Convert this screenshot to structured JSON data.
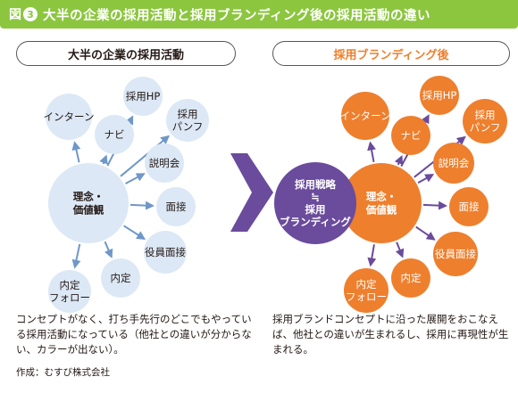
{
  "title": {
    "fig_label": "図",
    "fig_number": "3",
    "text": "大半の企業の採用活動と採用ブランディング後の採用活動の違い"
  },
  "left": {
    "header": "大半の企業の採用活動",
    "center": [
      "理念・",
      "価値観"
    ],
    "nodes": [
      {
        "id": "intern",
        "lines": [
          "インターン"
        ]
      },
      {
        "id": "hp",
        "lines": [
          "採用HP"
        ]
      },
      {
        "id": "navi",
        "lines": [
          "ナビ"
        ]
      },
      {
        "id": "pamph",
        "lines": [
          "採用",
          "パンフ"
        ]
      },
      {
        "id": "setsumei",
        "lines": [
          "説明会"
        ]
      },
      {
        "id": "mensetsu",
        "lines": [
          "面接"
        ]
      },
      {
        "id": "yakuin",
        "lines": [
          "役員面接"
        ]
      },
      {
        "id": "naitei",
        "lines": [
          "内定"
        ]
      },
      {
        "id": "follow",
        "lines": [
          "内定",
          "フォロー"
        ]
      }
    ],
    "caption": "コンセプトがなく、打ち手先行のどこでもやっている採用活動になっている（他社との違いが分からない、カラーが出ない）。"
  },
  "right": {
    "header": "採用ブランディング後",
    "strategy": [
      "採用戦略",
      "≒",
      "採用",
      "ブランディング"
    ],
    "center": [
      "理念・",
      "価値観"
    ],
    "nodes": [
      {
        "id": "intern",
        "lines": [
          "インターン"
        ]
      },
      {
        "id": "hp",
        "lines": [
          "採用HP"
        ]
      },
      {
        "id": "navi",
        "lines": [
          "ナビ"
        ]
      },
      {
        "id": "pamph",
        "lines": [
          "採用",
          "パンフ"
        ]
      },
      {
        "id": "setsumei",
        "lines": [
          "説明会"
        ]
      },
      {
        "id": "mensetsu",
        "lines": [
          "面接"
        ]
      },
      {
        "id": "yakuin",
        "lines": [
          "役員面接"
        ]
      },
      {
        "id": "naitei",
        "lines": [
          "内定"
        ]
      },
      {
        "id": "follow",
        "lines": [
          "内定",
          "フォロー"
        ]
      }
    ],
    "caption": "採用ブランドコンセプトに沿った展開をおこなえば、他社との違いが生まれるし、採用に再現性が生まれる。"
  },
  "credit": "作成：むすび株式会社",
  "colors": {
    "title_green": "#8cc63f",
    "left_node": "#dce8f5",
    "left_arrow": "#6f97c9",
    "right_node": "#ee7f2d",
    "right_arrow": "#6a4b9c",
    "strategy": "#6a4b9c",
    "big_arrow": "#6a4b9c"
  }
}
